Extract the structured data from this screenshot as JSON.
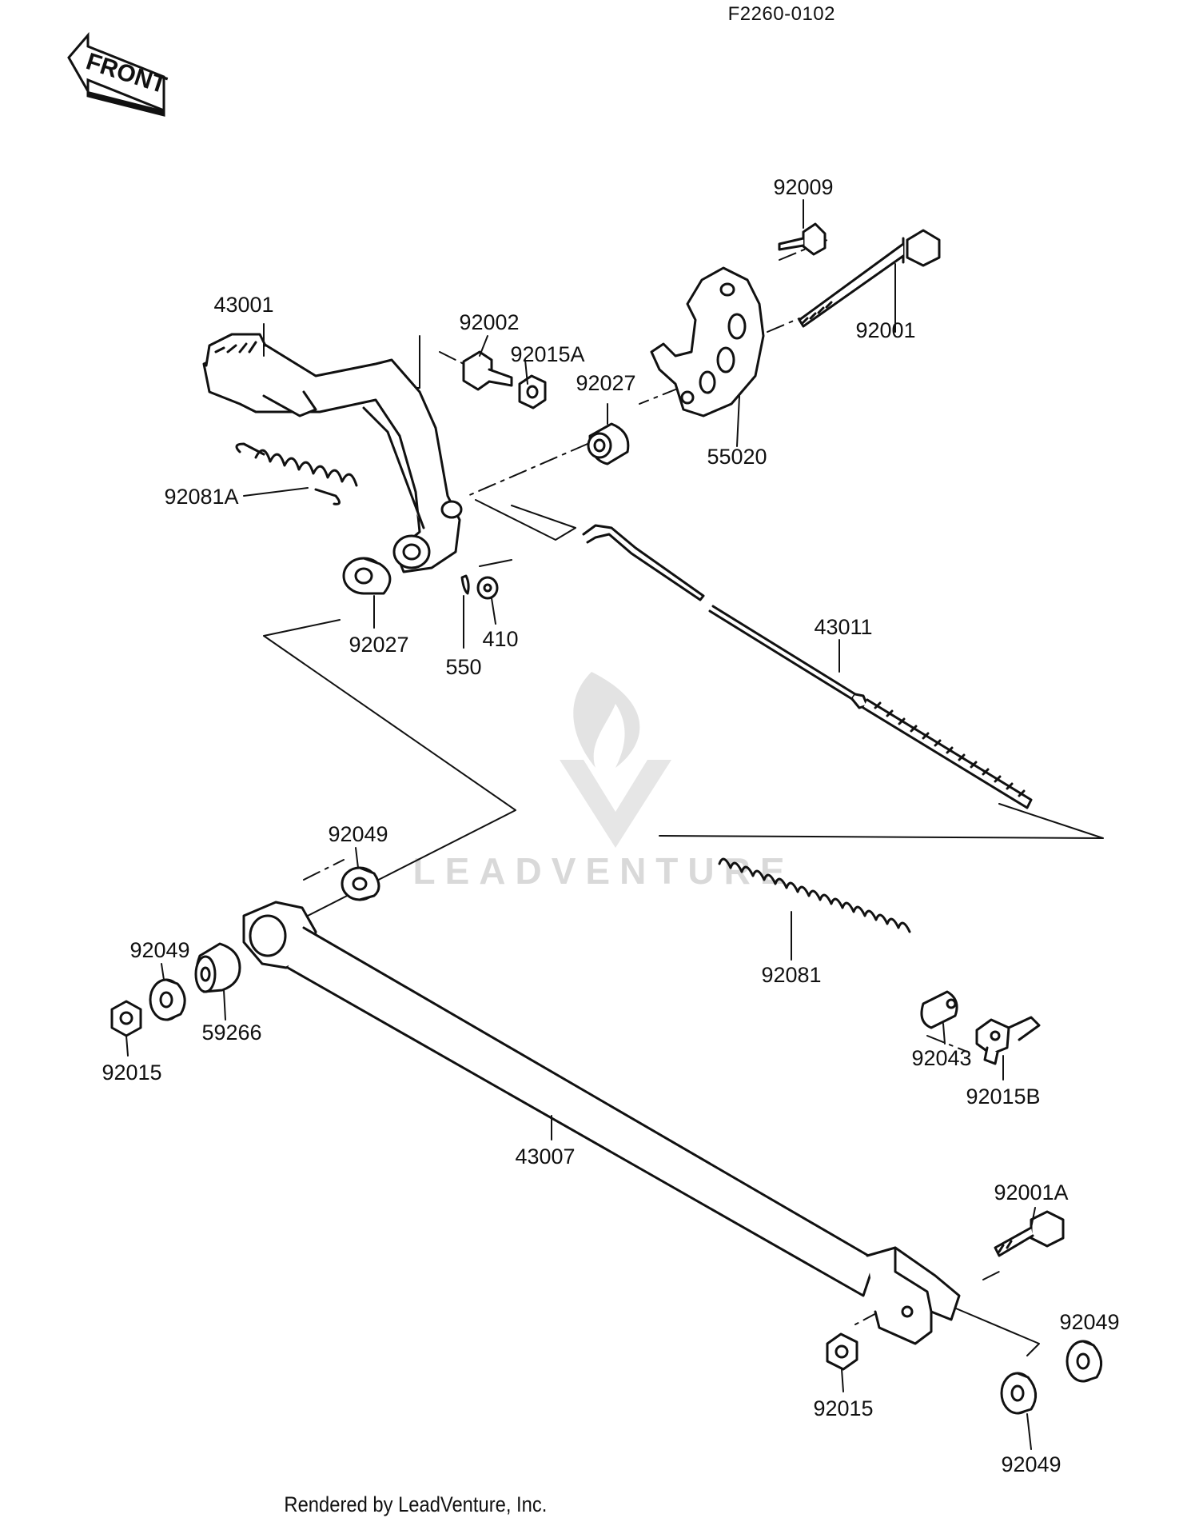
{
  "header": {
    "ref_code": "F2260-0102",
    "front_label": "FRONT"
  },
  "watermark": {
    "brand": "LEADVENTURE",
    "color": "#d9d9d9"
  },
  "footer": {
    "credit": "Rendered by LeadVenture, Inc."
  },
  "parts": {
    "p92009": "92009",
    "p92001": "92001",
    "p43001": "43001",
    "p92002": "92002",
    "p92015A": "92015A",
    "p92027_top": "92027",
    "p55020": "55020",
    "p92081A": "92081A",
    "p92027_bottom": "92027",
    "p550": "550",
    "p410": "410",
    "p43011": "43011",
    "p92049_upper": "92049",
    "p92049_left": "92049",
    "p59266": "59266",
    "p92015_left": "92015",
    "p92081": "92081",
    "p92043": "92043",
    "p92015B": "92015B",
    "p43007": "43007",
    "p92001A": "92001A",
    "p92049_right": "92049",
    "p92015_bottom": "92015",
    "p92049_bottom": "92049"
  }
}
